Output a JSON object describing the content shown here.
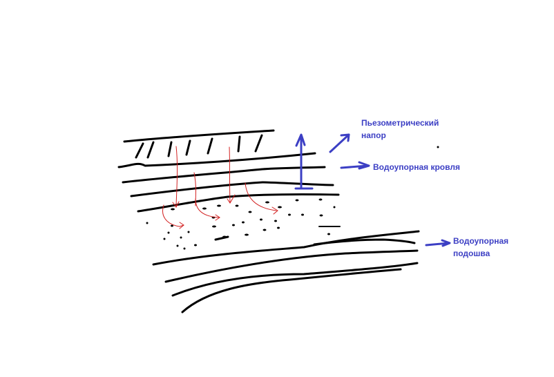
{
  "labels": {
    "piezometric_head": [
      "Пьезометрический",
      "напор"
    ],
    "aquiclude_roof": "Водоупорная кровля",
    "aquiclude_sole": [
      "Водоупорная",
      "подошва"
    ]
  },
  "colors": {
    "strata": "#000000",
    "annotation": "#3c3fc4",
    "seepage": "#d21f1f"
  }
}
